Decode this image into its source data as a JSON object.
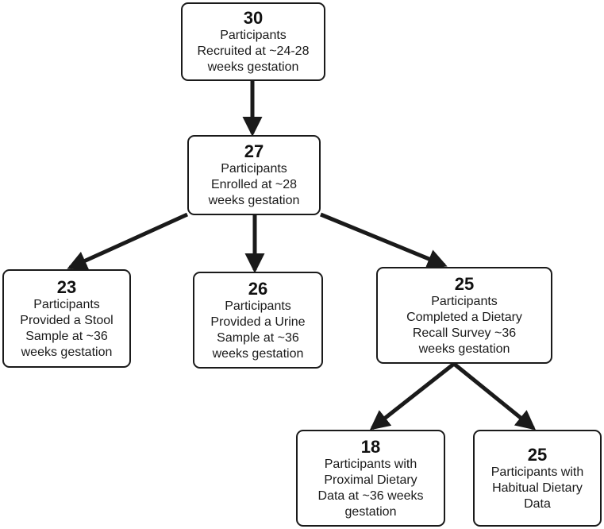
{
  "diagram": {
    "nodes": [
      {
        "id": "recruited",
        "count": "30",
        "text": "Participants\nRecruited at ~24-28\nweeks gestation"
      },
      {
        "id": "enrolled",
        "count": "27",
        "text": "Participants\nEnrolled at ~28\nweeks gestation"
      },
      {
        "id": "stool",
        "count": "23",
        "text": "Participants\nProvided a Stool\nSample at ~36\nweeks gestation"
      },
      {
        "id": "urine",
        "count": "26",
        "text": "Participants\nProvided a Urine\nSample at ~36\nweeks gestation"
      },
      {
        "id": "dietary",
        "count": "25",
        "text": "Participants\nCompleted a Dietary\nRecall Survey ~36\nweeks gestation"
      },
      {
        "id": "proximal",
        "count": "18",
        "text": "Participants with\nProximal Dietary\nData at ~36 weeks\ngestation"
      },
      {
        "id": "habitual",
        "count": "25",
        "text": "Participants with\nHabitual Dietary\nData"
      }
    ],
    "edges": [
      {
        "from": "recruited",
        "to": "enrolled"
      },
      {
        "from": "enrolled",
        "to": "stool"
      },
      {
        "from": "enrolled",
        "to": "urine"
      },
      {
        "from": "enrolled",
        "to": "dietary"
      },
      {
        "from": "dietary",
        "to": "proximal"
      },
      {
        "from": "dietary",
        "to": "habitual"
      }
    ],
    "colors": {
      "border": "#1a1a1a",
      "arrow": "#1a1a1a",
      "background": "#ffffff"
    }
  }
}
